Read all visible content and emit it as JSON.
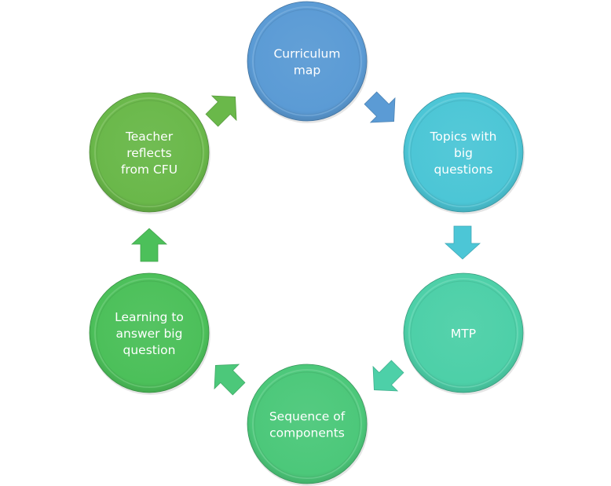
{
  "diagram": {
    "type": "cycle",
    "direction": "clockwise",
    "nodes": [
      {
        "id": "curriculum-map",
        "lines": [
          "Curriculum",
          "map"
        ],
        "color": "#5b9bd5"
      },
      {
        "id": "topics-with-big-questions",
        "lines": [
          "Topics with",
          "big",
          "questions"
        ],
        "color": "#4cc6d6"
      },
      {
        "id": "mtp",
        "lines": [
          "MTP"
        ],
        "color": "#4dd0a8"
      },
      {
        "id": "sequence-of-components",
        "lines": [
          "Sequence of",
          "components"
        ],
        "color": "#4cc87a"
      },
      {
        "id": "learning-to-answer-big-question",
        "lines": [
          "Learning to",
          "answer big",
          "question"
        ],
        "color": "#4cc05a"
      },
      {
        "id": "teacher-reflects-from-cfu",
        "lines": [
          "Teacher",
          "reflects",
          "from CFU"
        ],
        "color": "#6ab84a"
      }
    ],
    "arrows": [
      {
        "from": "curriculum-map",
        "to": "topics-with-big-questions",
        "color": "#5b9bd5"
      },
      {
        "from": "topics-with-big-questions",
        "to": "mtp",
        "color": "#4cc6d6"
      },
      {
        "from": "mtp",
        "to": "sequence-of-components",
        "color": "#4dd0a8"
      },
      {
        "from": "sequence-of-components",
        "to": "learning-to-answer-big-question",
        "color": "#4cc87a"
      },
      {
        "from": "learning-to-answer-big-question",
        "to": "teacher-reflects-from-cfu",
        "color": "#4cc05a"
      },
      {
        "from": "teacher-reflects-from-cfu",
        "to": "curriculum-map",
        "color": "#6ab84a"
      }
    ]
  }
}
